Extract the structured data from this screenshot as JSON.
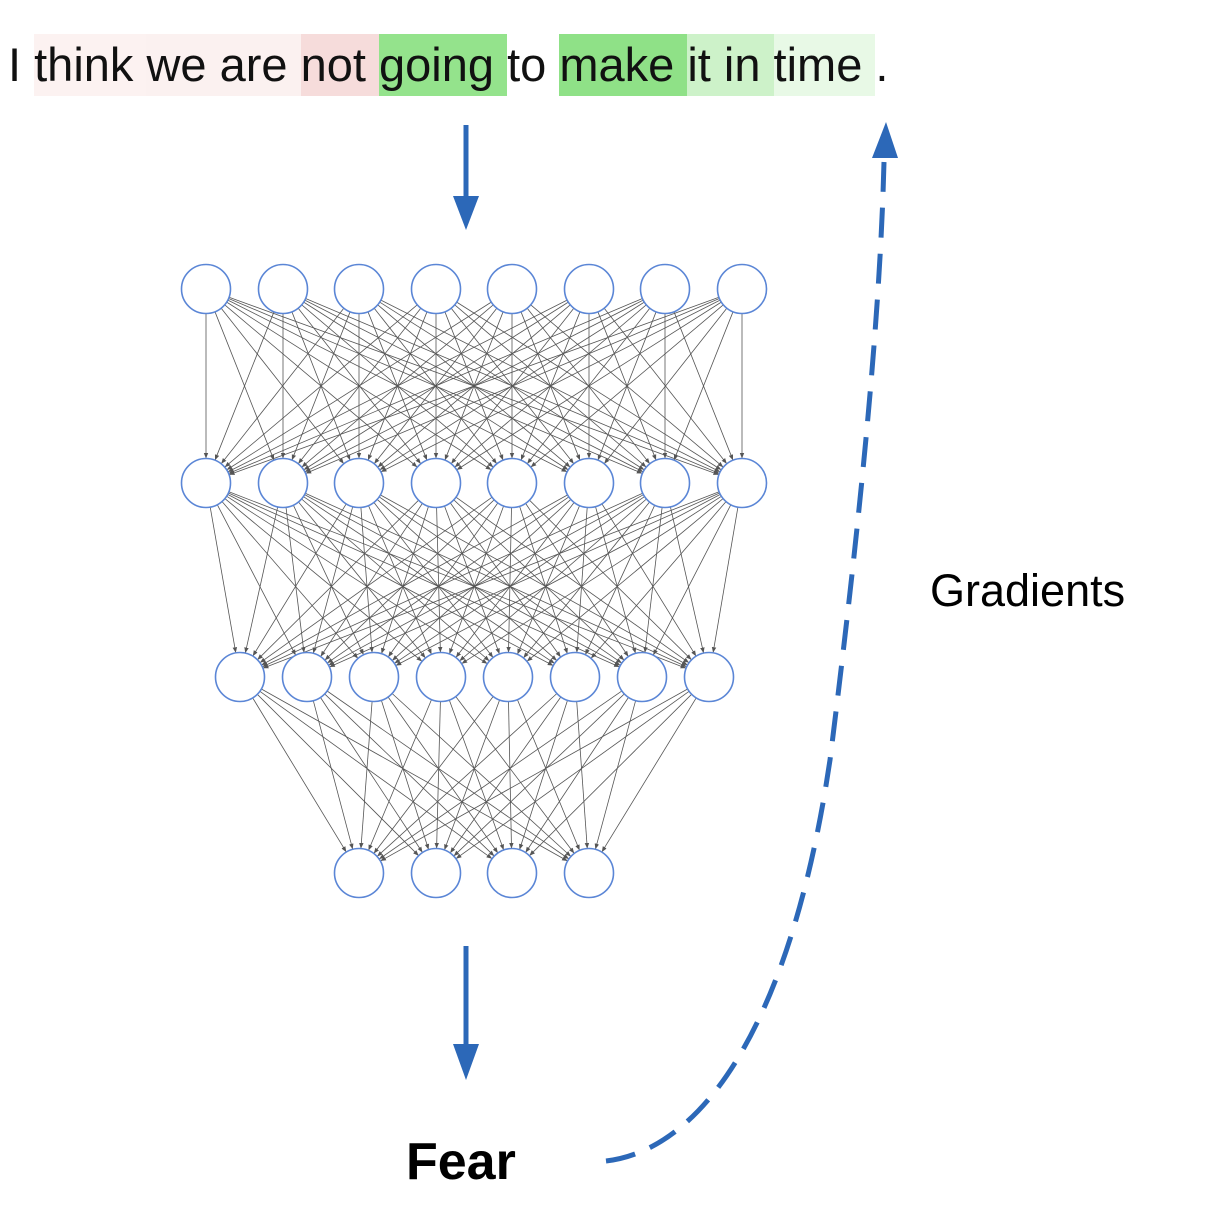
{
  "sentence": {
    "tokens": [
      {
        "text": "I ",
        "highlight": "#ffffff"
      },
      {
        "text": "think ",
        "highlight": "#fcf2f1"
      },
      {
        "text": "we ",
        "highlight": "#fbf1f0"
      },
      {
        "text": "are ",
        "highlight": "#fbf1f0"
      },
      {
        "text": "not ",
        "highlight": "#f6dcdb"
      },
      {
        "text": "going ",
        "highlight": "#94e38c"
      },
      {
        "text": "to ",
        "highlight": "#ffffff"
      },
      {
        "text": "make ",
        "highlight": "#8fe187"
      },
      {
        "text": "it in ",
        "highlight": "#cdf2c9"
      },
      {
        "text": "time ",
        "highlight": "#e8f9e6"
      },
      {
        "text": ".",
        "highlight": "#ffffff"
      }
    ]
  },
  "network": {
    "layer_sizes": [
      8,
      8,
      8,
      4
    ],
    "node_stroke": "#5b86d6",
    "edge_color": "#555555"
  },
  "flow": {
    "arrow_color": "#2c68b8"
  },
  "output_label": "Fear",
  "gradients_label": "Gradients"
}
